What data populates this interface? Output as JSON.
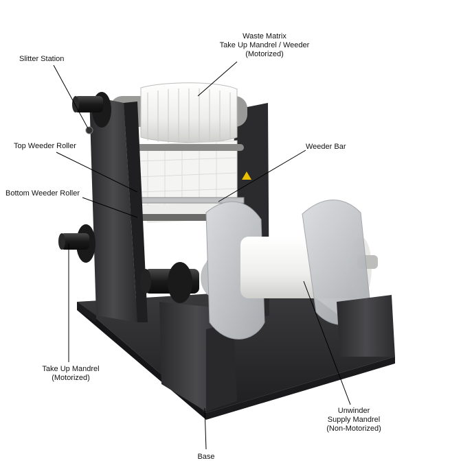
{
  "labels": {
    "waste_matrix": [
      "Waste Matrix",
      "Take Up Mandrel / Weeder",
      "(Motorized)"
    ],
    "slitter_station": "Slitter Station",
    "top_weeder_roller": "Top Weeder Roller",
    "weeder_bar": "Weeder Bar",
    "bottom_weeder_roller": "Bottom Weeder Roller",
    "take_up_mandrel": [
      "Take Up Mandrel",
      "(Motorized)"
    ],
    "unwinder": [
      "Unwinder",
      "Supply Mandrel",
      "(Non-Motorized)"
    ],
    "base": "Base"
  },
  "colors": {
    "frame": "#3a3a3c",
    "frame_dark": "#232325",
    "mandrel_black": "#1c1c1c",
    "roll_white": "#f3f3f1",
    "flange_gray": "#c9ccd0",
    "line": "#000000"
  }
}
